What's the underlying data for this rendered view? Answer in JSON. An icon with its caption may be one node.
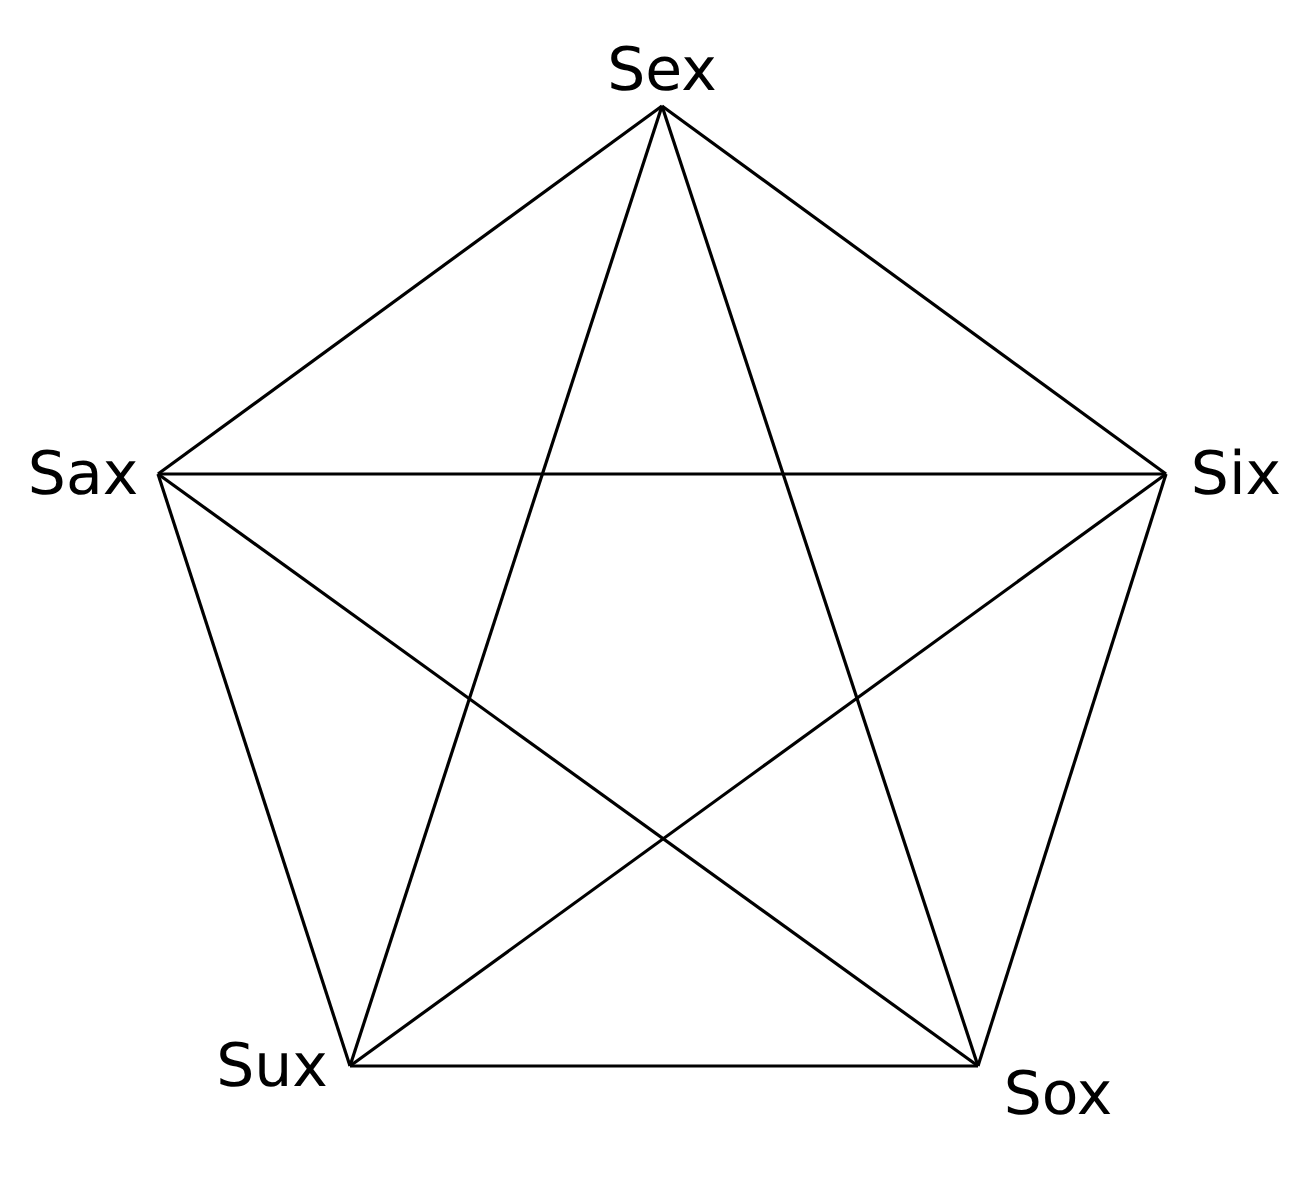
{
  "diagram": {
    "nodes": [
      {
        "text": [
          "Sex"
        ]
      },
      {
        "text": [
          "Sax"
        ]
      },
      {
        "text": [
          "Six"
        ]
      },
      {
        "text": [
          "Sux"
        ]
      },
      {
        "text": [
          "Sox"
        ]
      }
    ],
    "edges": [
      {
        "from": 0,
        "to": 1,
        "arrow": "none"
      },
      {
        "from": 0,
        "to": 2,
        "arrow": "none"
      },
      {
        "from": 0,
        "to": 3,
        "arrow": "none"
      },
      {
        "from": 0,
        "to": 4,
        "arrow": "none"
      },
      {
        "from": 1,
        "to": 2,
        "arrow": "none"
      },
      {
        "from": 1,
        "to": 3,
        "arrow": "none"
      },
      {
        "from": 1,
        "to": 4,
        "arrow": "none"
      },
      {
        "from": 2,
        "to": 3,
        "arrow": "none"
      },
      {
        "from": 2,
        "to": 4,
        "arrow": "none"
      },
      {
        "from": 3,
        "to": 4,
        "arrow": "none"
      }
    ]
  }
}
